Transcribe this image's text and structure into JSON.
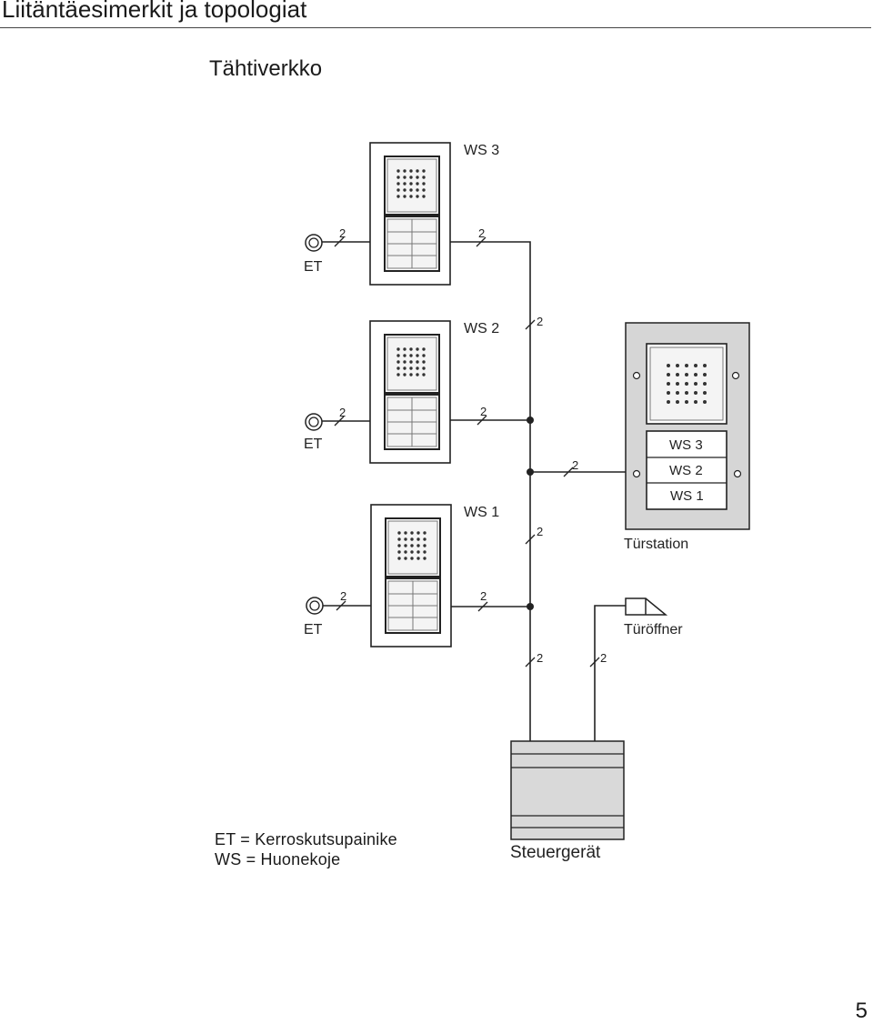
{
  "header": {
    "title": "Liitäntäesimerkit ja topologiat"
  },
  "section": {
    "title": "Tähtiverkko"
  },
  "diagram": {
    "wire_label": "2",
    "stations": [
      {
        "label": "WS 3",
        "button_label": "ET"
      },
      {
        "label": "WS 2",
        "button_label": "ET"
      },
      {
        "label": "WS 1",
        "button_label": "ET"
      }
    ],
    "door_station": {
      "label": "Türstation",
      "name_tags": [
        "WS 3",
        "WS 2",
        "WS 1"
      ]
    },
    "door_opener": {
      "label": "Türöffner"
    },
    "controller": {
      "label": "Steuergerät"
    }
  },
  "legend": {
    "lines": [
      "ET = Kerroskutsupainike",
      "WS = Huonekoje"
    ]
  },
  "footer": {
    "page_number": "5"
  }
}
